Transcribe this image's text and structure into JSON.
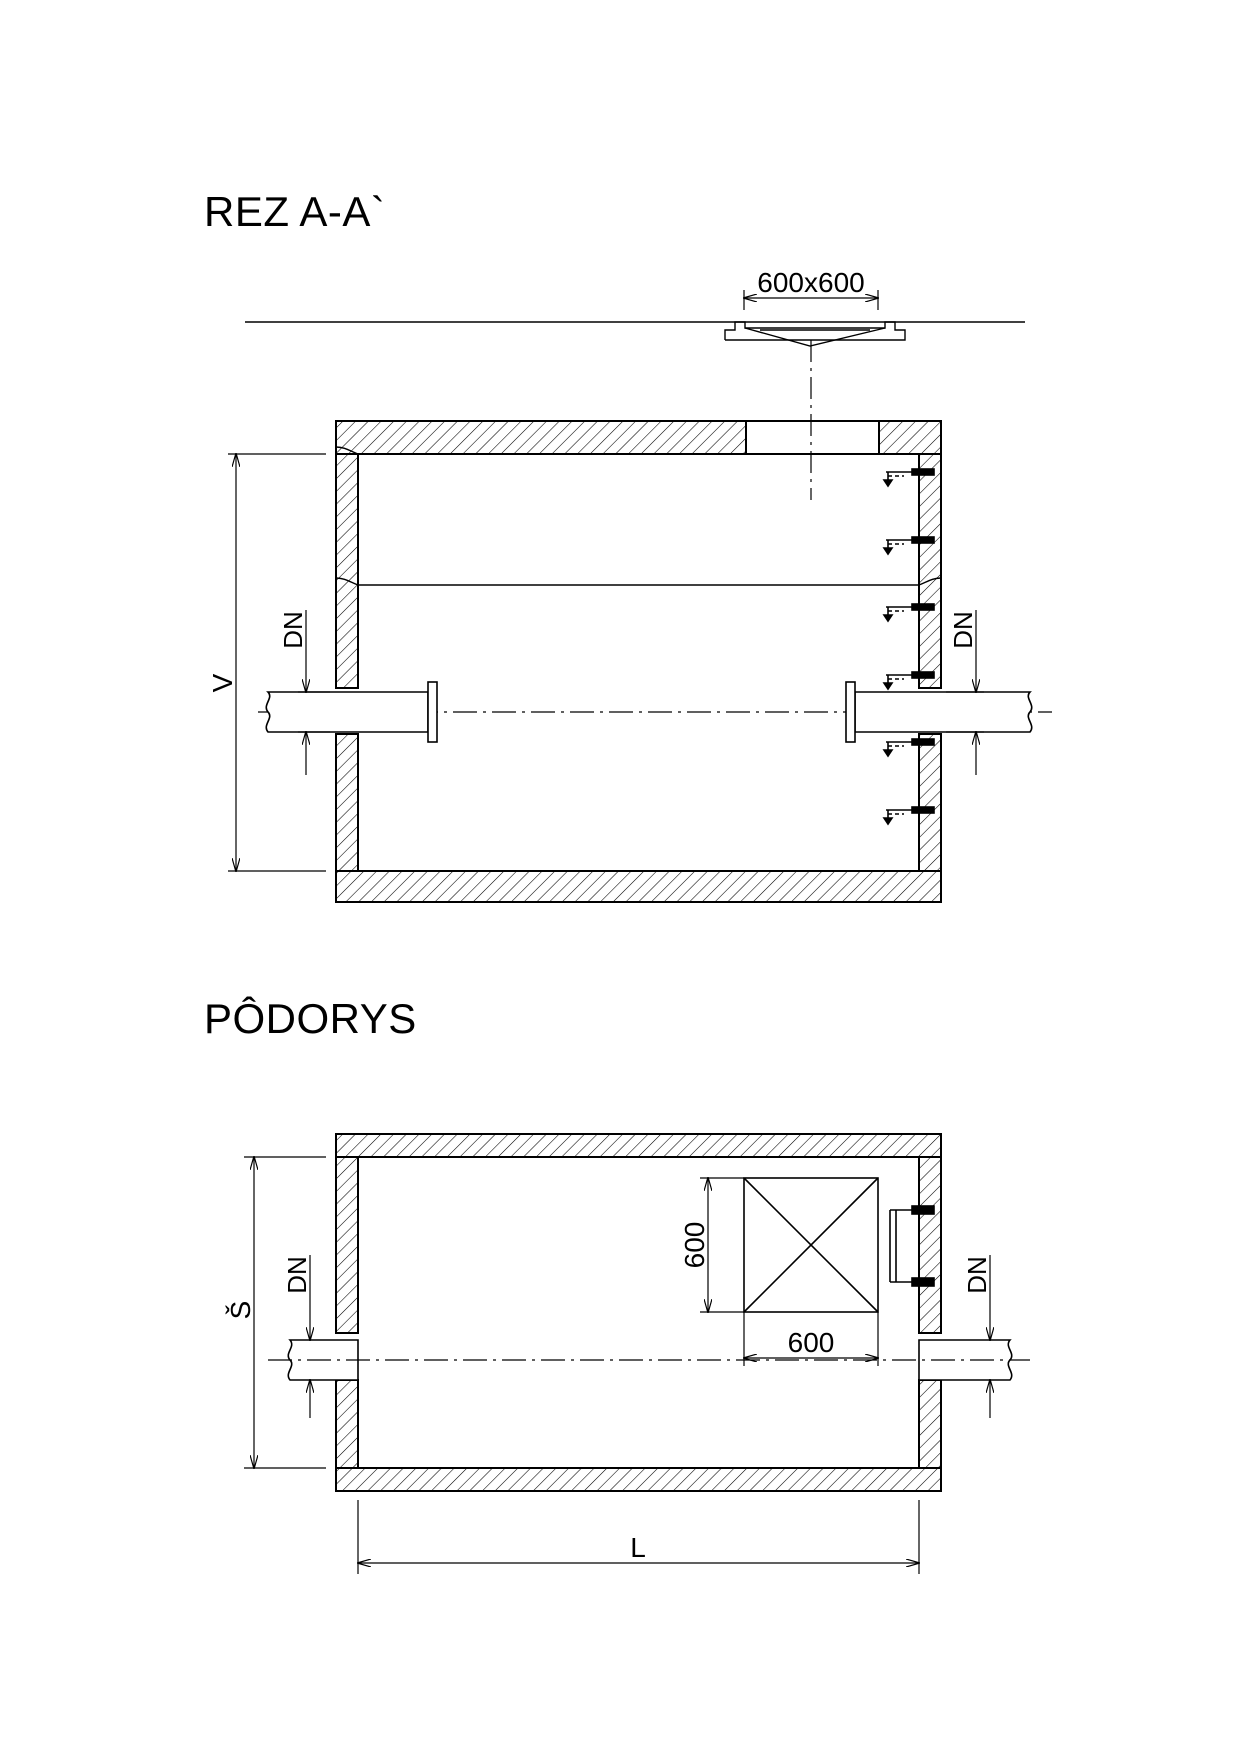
{
  "titles": {
    "section": "REZ  A-A`",
    "plan": "PÔDORYS"
  },
  "dimensions": {
    "cover": "600x600",
    "height": "V",
    "dn_left": "DN",
    "dn_right": "DN",
    "plan_width": "Š",
    "plan_dn_left": "DN",
    "plan_dn_right": "DN",
    "opening_height": "600",
    "opening_width": "600",
    "length": "L"
  }
}
